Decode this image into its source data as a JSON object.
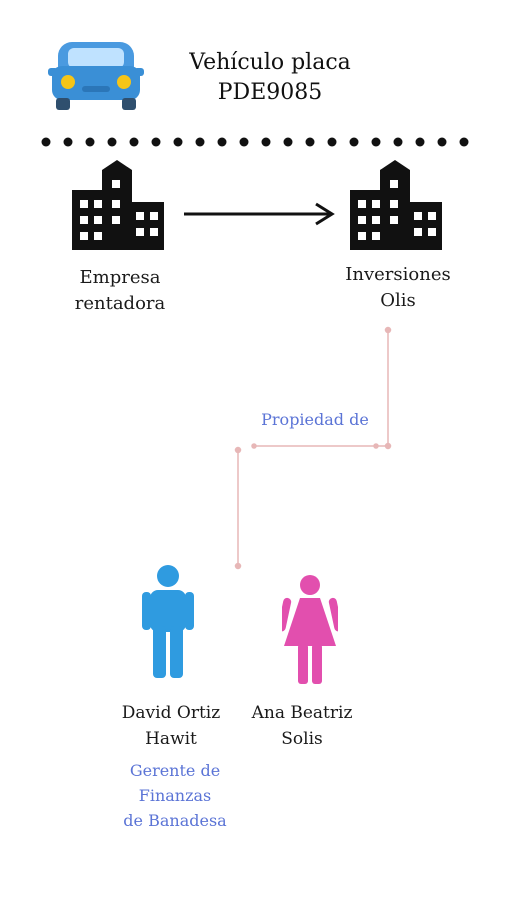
{
  "title": "Vehículo placa\nPDE9085",
  "nodes": {
    "company_left": "Empresa\nrentadora",
    "company_right": "Inversiones\nOlis",
    "person_male": "David Ortiz\nHawit",
    "person_female": "Ana Beatriz\nSolis"
  },
  "edges": {
    "ownership_label": "Propiedad de"
  },
  "annotations": {
    "male_role": "Gerente de\nFinanzas\nde Banadesa"
  },
  "colors": {
    "car": "#3a8fd6",
    "building": "#111111",
    "male": "#2f9be0",
    "female": "#e24fae",
    "connector": "#e7b7b7",
    "accent_text": "#5b74d6"
  },
  "icons": {
    "car": "car-icon",
    "building_left": "building-icon",
    "building_right": "building-icon",
    "male": "man-icon",
    "female": "woman-icon"
  }
}
